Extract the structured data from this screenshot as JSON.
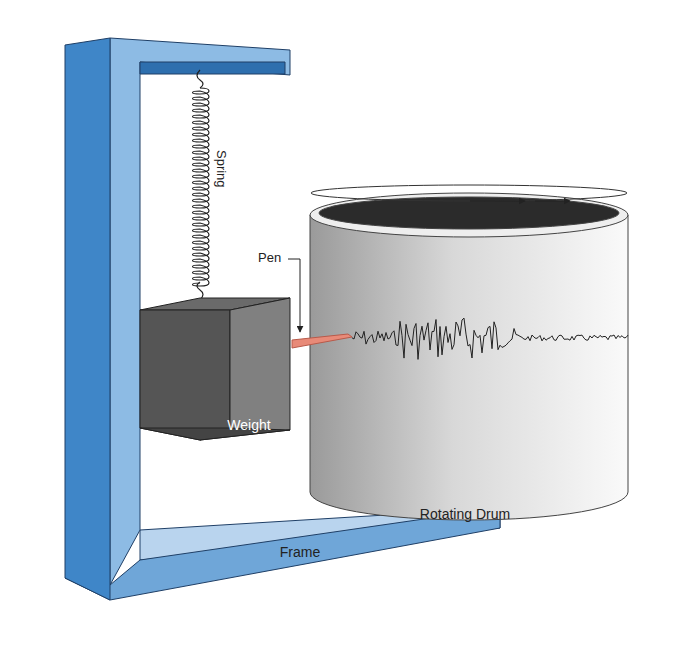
{
  "diagram": {
    "nodes": [
      {
        "text": [
          "Frame"
        ]
      },
      {
        "text": [
          "Weight"
        ]
      },
      {
        "text": [
          "Rotating Drum"
        ]
      }
    ],
    "labels": [
      "Spring",
      "Pen"
    ]
  }
}
